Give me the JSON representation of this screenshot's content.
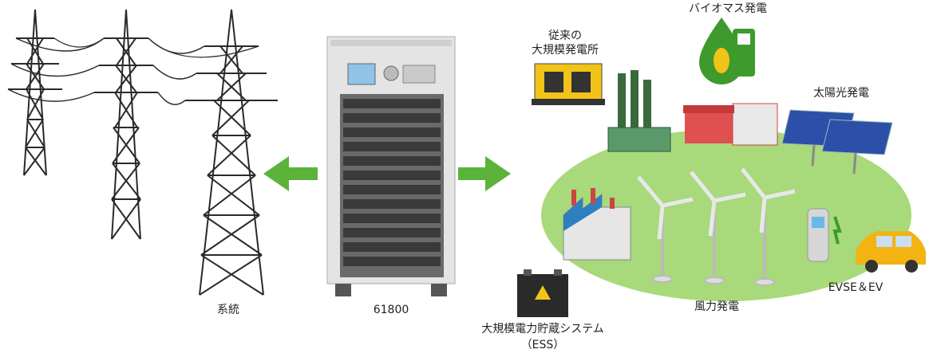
{
  "labels": {
    "grid": "系統",
    "device": "61800",
    "conventional_line1": "従来の",
    "conventional_line2": "大規模発電所",
    "biomass": "バイオマス発電",
    "solar": "太陽光発電",
    "wind": "風力発電",
    "evse": "EVSE＆EV",
    "ess_line1": "大規模電力貯蔵システム",
    "ess_line2": "（ESS）"
  },
  "colors": {
    "arrow": "#5bb33a",
    "field": "#a8d97a",
    "tower": "#2a2a2a",
    "cabinet": "#d8d8d8",
    "generator": "#f2c318",
    "biomass_drop": "#3f9a2d",
    "panel": "#2c4fa8",
    "car": "#f2b313",
    "factory_roof": "#2e7fbf"
  },
  "icons": [
    "transmission-tower-icon",
    "cabinet-icon",
    "arrow-left-icon",
    "arrow-right-icon",
    "generator-icon",
    "biomass-icon",
    "factory-icon",
    "power-plant-icon",
    "solar-panel-icon",
    "wind-turbine-icon",
    "ev-charger-icon",
    "car-icon",
    "battery-icon"
  ]
}
